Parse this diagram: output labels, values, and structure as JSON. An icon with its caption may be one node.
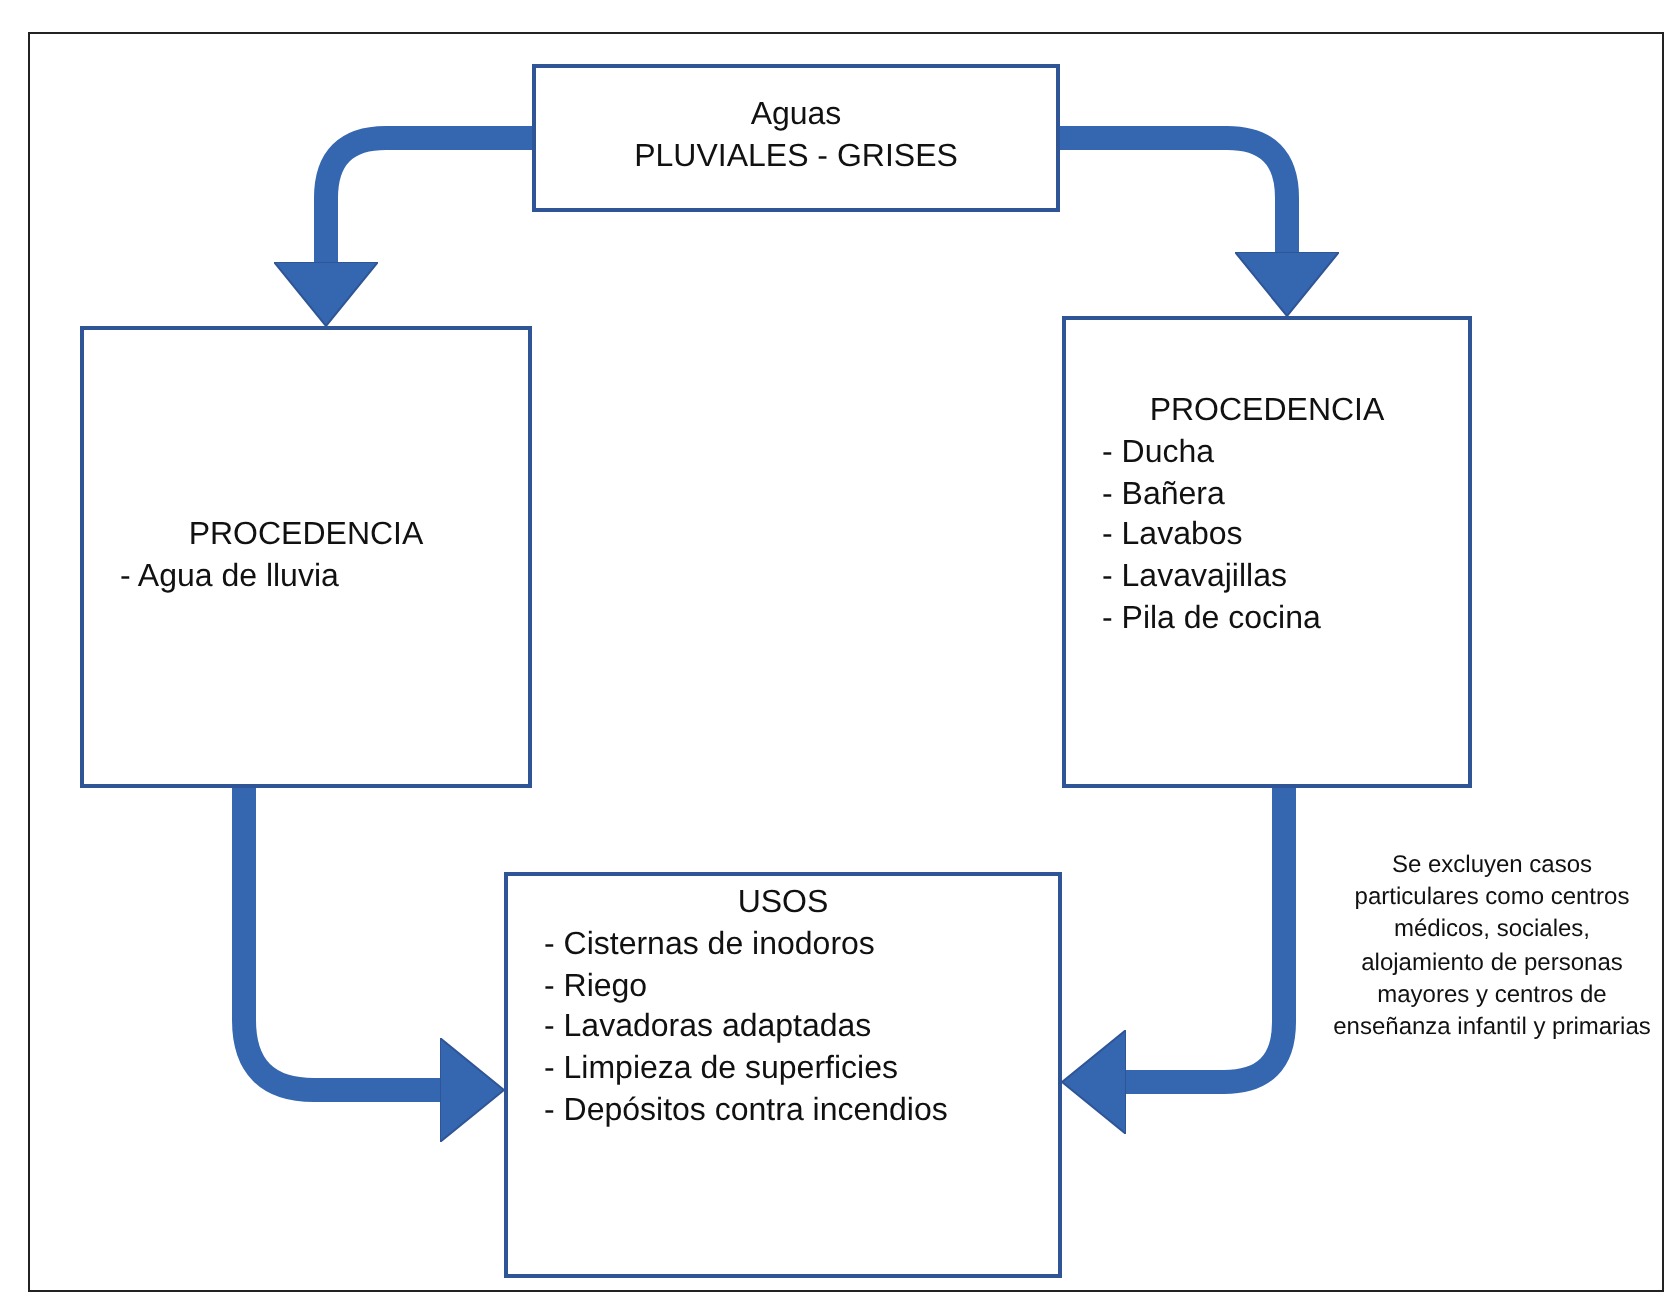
{
  "diagram": {
    "nodes": [
      {
        "text": [
          "Aguas",
          "PLUVIALES  -  GRISES"
        ]
      },
      {
        "text": [
          "PROCEDENCIA",
          "- Agua de lluvia"
        ]
      },
      {
        "text": [
          "PROCEDENCIA",
          "- Ducha",
          "- Bañera",
          "- Lavabos",
          "- Lavavajillas",
          "- Pila de cocina"
        ]
      },
      {
        "text": [
          "USOS",
          "- Cisternas de inodoros",
          "- Riego",
          "- Lavadoras adaptadas",
          "- Limpieza de superficies",
          "- Depósitos contra incendios"
        ]
      }
    ],
    "edges": [
      {
        "from": 0,
        "to": 1,
        "arrow": "to"
      },
      {
        "from": 0,
        "to": 2,
        "arrow": "to"
      },
      {
        "from": 1,
        "to": 3,
        "arrow": "to"
      },
      {
        "from": 2,
        "to": 3,
        "arrow": "to"
      }
    ],
    "labels": [
      "Se excluyen casos particulares como centros médicos, sociales, alojamiento de personas mayores y centros de enseñanza infantil y primarias"
    ]
  }
}
